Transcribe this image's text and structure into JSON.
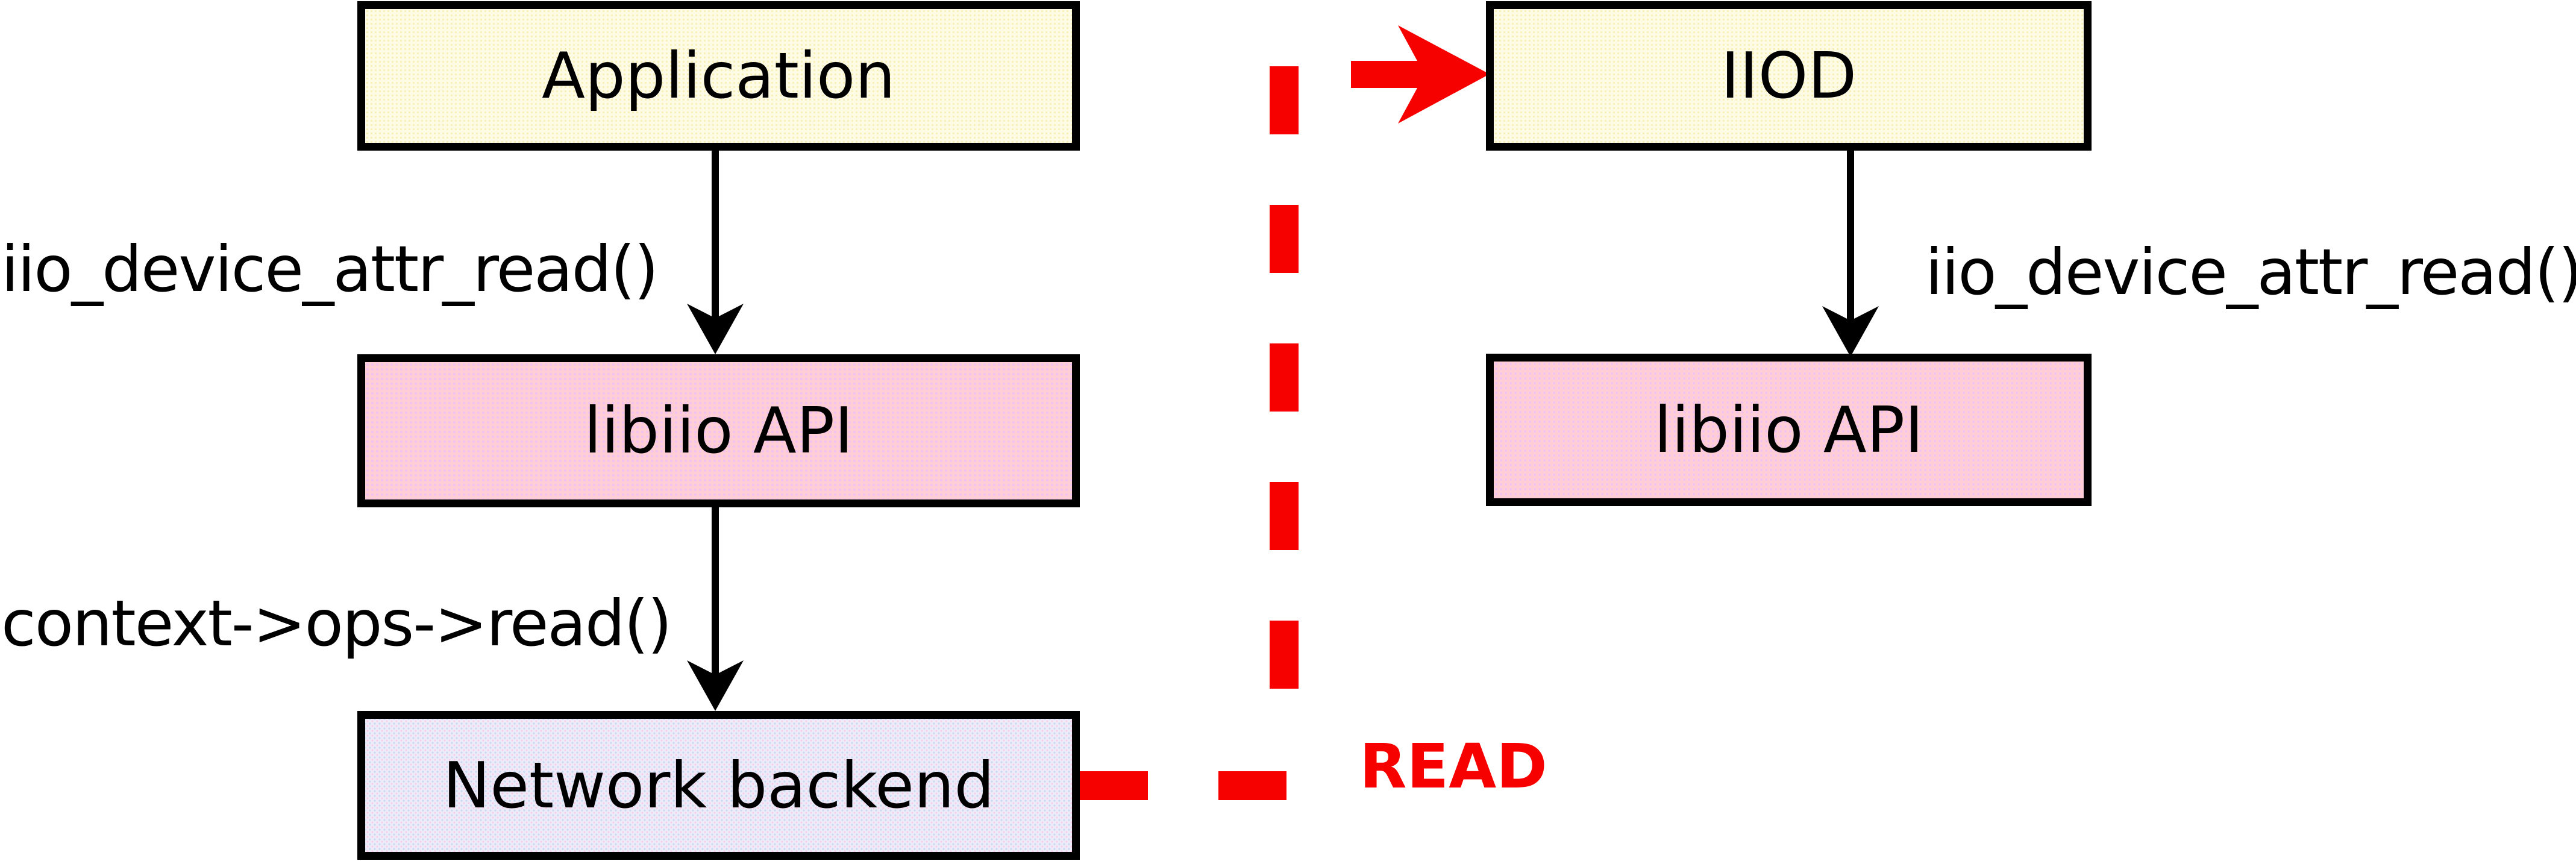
{
  "boxes": {
    "application": {
      "label": "Application",
      "fill": "#fdfbe4"
    },
    "libiio_left": {
      "label": "libiio API",
      "fill": "#ffcdd5"
    },
    "network_backend": {
      "label": "Network backend",
      "fill": "#edebf7"
    },
    "iiod": {
      "label": "IIOD",
      "fill": "#fdfbe4"
    },
    "libiio_right": {
      "label": "libiio API",
      "fill": "#ffcdd5"
    }
  },
  "annotations": {
    "left_call": "iio_device_attr_read()",
    "left_backend_call": "context->ops->read()",
    "right_call": "iio_device_attr_read()",
    "link_label": "READ"
  },
  "colors": {
    "black": "#000000",
    "red": "#f70000",
    "box_border": "#000000",
    "background": "#ffffff"
  }
}
